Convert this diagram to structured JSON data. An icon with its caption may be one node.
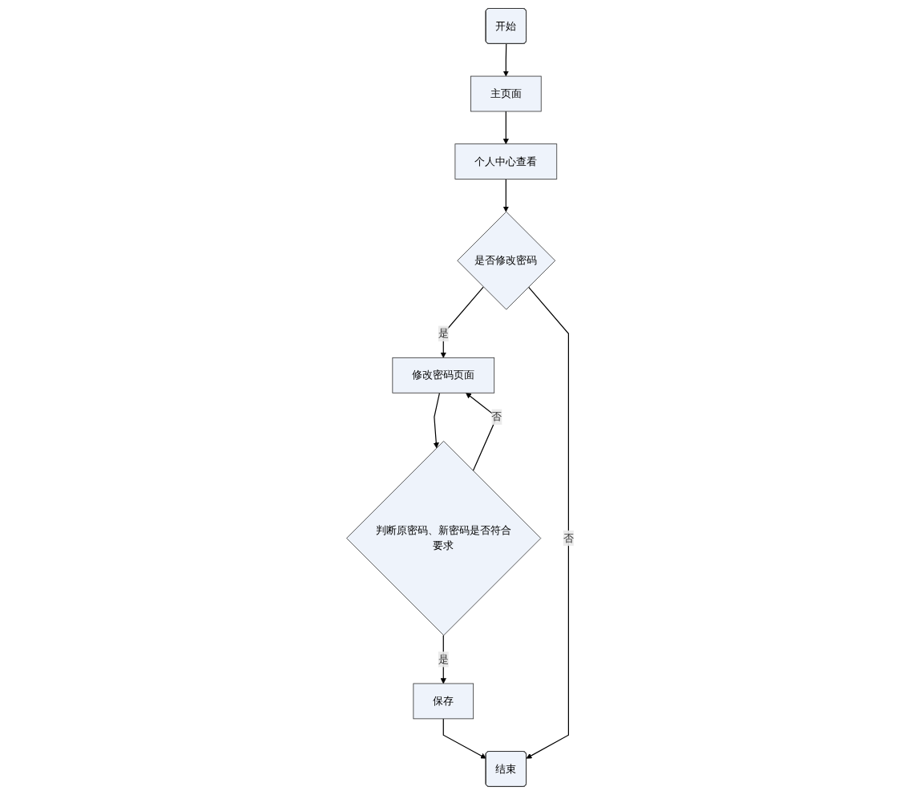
{
  "diagram": {
    "nodes": [
      {
        "text": [
          "开始"
        ]
      },
      {
        "text": [
          "主页面"
        ]
      },
      {
        "text": [
          "个人中心查看"
        ]
      },
      {
        "text": [
          "是否修改密码"
        ]
      },
      {
        "text": [
          "修改密码页面"
        ]
      },
      {
        "text": [
          "判断原密码、新密码是否符合要求"
        ]
      },
      {
        "text": [
          "保存"
        ]
      },
      {
        "text": [
          "结束"
        ]
      }
    ],
    "edges": [
      {
        "from": 0,
        "to": 1,
        "arrow": "to"
      },
      {
        "from": 1,
        "to": 2,
        "arrow": "to"
      },
      {
        "from": 2,
        "to": 3,
        "arrow": "to"
      },
      {
        "from": 3,
        "to": 4,
        "arrow": "to",
        "label": "是"
      },
      {
        "from": 4,
        "to": 5,
        "arrow": "to"
      },
      {
        "from": 5,
        "to": 4,
        "arrow": "to",
        "label": "否"
      },
      {
        "from": 5,
        "to": 6,
        "arrow": "to",
        "label": "是"
      },
      {
        "from": 6,
        "to": 7,
        "arrow": "to"
      },
      {
        "from": 3,
        "to": 7,
        "arrow": "to",
        "label": "否"
      }
    ]
  }
}
